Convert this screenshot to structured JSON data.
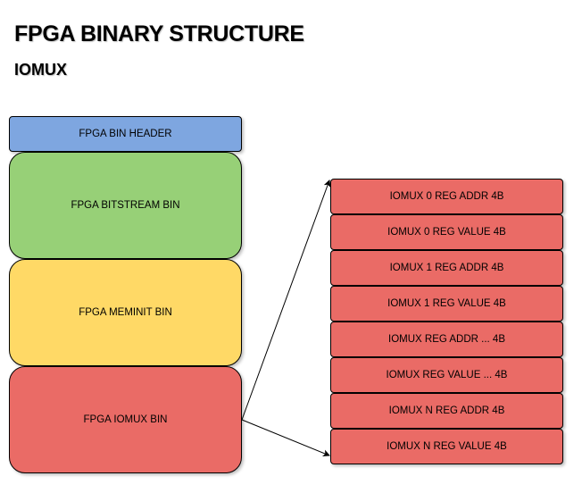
{
  "title": "FPGA BINARY STRUCTURE",
  "subtitle": "IOMUX",
  "bin_blocks": [
    {
      "label": "FPGA BIN HEADER",
      "color": "#7ea6e0"
    },
    {
      "label": "FPGA BITSTREAM BIN",
      "color": "#97d077"
    },
    {
      "label": "FPGA MEMINIT BIN",
      "color": "#ffd966"
    },
    {
      "label": "FPGA IOMUX BIN",
      "color": "#ea6b66"
    }
  ],
  "iomux_registers": [
    "IOMUX 0 REG ADDR 4B",
    "IOMUX 0 REG VALUE 4B",
    "IOMUX 1 REG ADDR 4B",
    "IOMUX 1 REG VALUE 4B",
    "IOMUX REG ADDR ... 4B",
    "IOMUX REG VALUE ... 4B",
    "IOMUX N REG ADDR 4B",
    "IOMUX N REG VALUE 4B"
  ],
  "register_color": "#ea6b66"
}
